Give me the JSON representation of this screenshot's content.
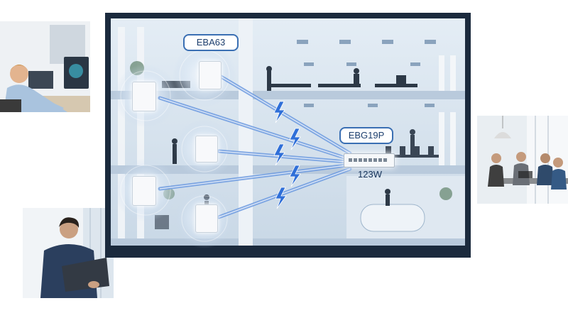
{
  "devices": {
    "access_point_label": "EBA63",
    "switch_label": "EBG19P",
    "router_label": "123W"
  },
  "colors": {
    "frame": "#1b2a3d",
    "wall": "#d7e3ee",
    "floor_slab": "#c4d4e4",
    "beam": "#6d9be0",
    "bolt": "#2f6fd8",
    "label_border": "#3a6fb3"
  },
  "icons": [
    "access-point-icon",
    "lightning-icon",
    "network-switch-icon"
  ]
}
